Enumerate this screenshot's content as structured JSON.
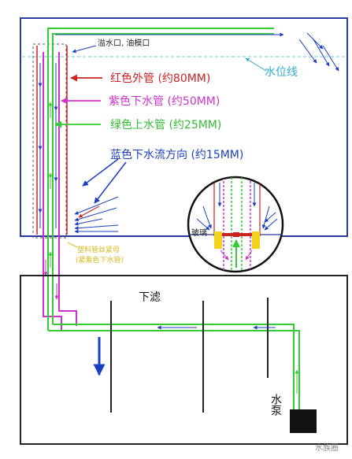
{
  "labels": {
    "overflow": "溢水口, 油模口",
    "water_line": "水位线",
    "red_pipe": "红色外管 (约80MM)",
    "purple_pipe": "紫色下水管 (约50MM)",
    "green_pipe": "绿色上水管 (约25MM)",
    "blue_flow": "蓝色下水流方向 (约15MM)",
    "glass": "玻璃",
    "nut_line1": "塑料管丝紧母",
    "nut_line2": "(紧紫色下水管)",
    "sump": "下滤",
    "pump": "水泵",
    "watermark": "水族圈"
  },
  "colors": {
    "tank_border": "#2b3aa0",
    "red": "#cc2222",
    "purple": "#cc33cc",
    "green": "#33cc33",
    "blue": "#1a3fbf",
    "cyan": "#33aacc",
    "yellow_note": "#e0c020",
    "sump_border": "#222222"
  }
}
